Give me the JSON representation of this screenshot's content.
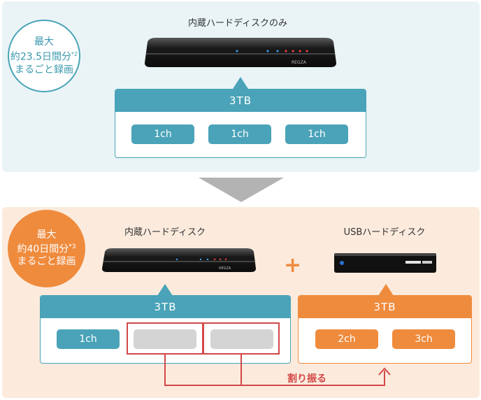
{
  "top": {
    "badge": {
      "line1": "最大",
      "line2": "約23.5日間分",
      "sup": "*2",
      "line3": "まるごと録画"
    },
    "title": "内蔵ハードディスクのみ",
    "device_label": "REGZA",
    "storage": {
      "capacity": "3TB",
      "channels": [
        "1ch",
        "1ch",
        "1ch"
      ]
    }
  },
  "bottom": {
    "badge": {
      "line1": "最大",
      "line2": "約40日間分",
      "sup": "*3",
      "line3": "まるごと録画"
    },
    "internal": {
      "title": "内蔵ハードディスク",
      "device_label": "REGZA",
      "storage": {
        "capacity": "3TB",
        "channels": [
          "1ch"
        ]
      }
    },
    "plus": "+",
    "usb": {
      "title": "USBハードディスク",
      "storage": {
        "capacity": "3TB",
        "channels": [
          "2ch",
          "3ch"
        ]
      }
    },
    "assign_label": "割り振る"
  },
  "colors": {
    "teal": "#4aa3b8",
    "orange": "#ef8b3d",
    "red": "#d34848",
    "grey": "#b3b3b3"
  }
}
